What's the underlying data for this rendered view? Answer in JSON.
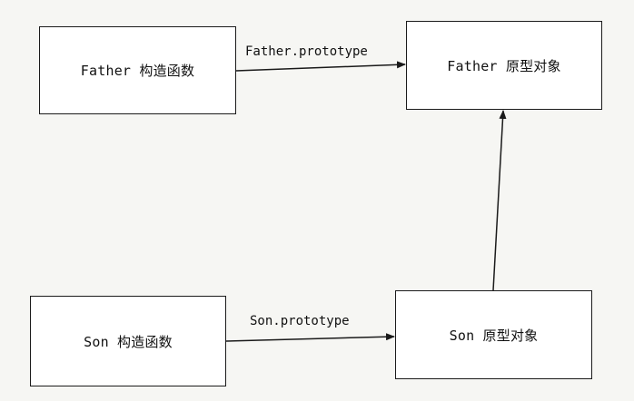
{
  "diagram": {
    "nodes": {
      "father_constructor": "Father 构造函数",
      "father_prototype_object": "Father 原型对象",
      "son_constructor": "Son 构造函数",
      "son_prototype_object": "Son 原型对象"
    },
    "edges": {
      "father_prototype": "Father.prototype",
      "son_prototype": "Son.prototype"
    }
  }
}
